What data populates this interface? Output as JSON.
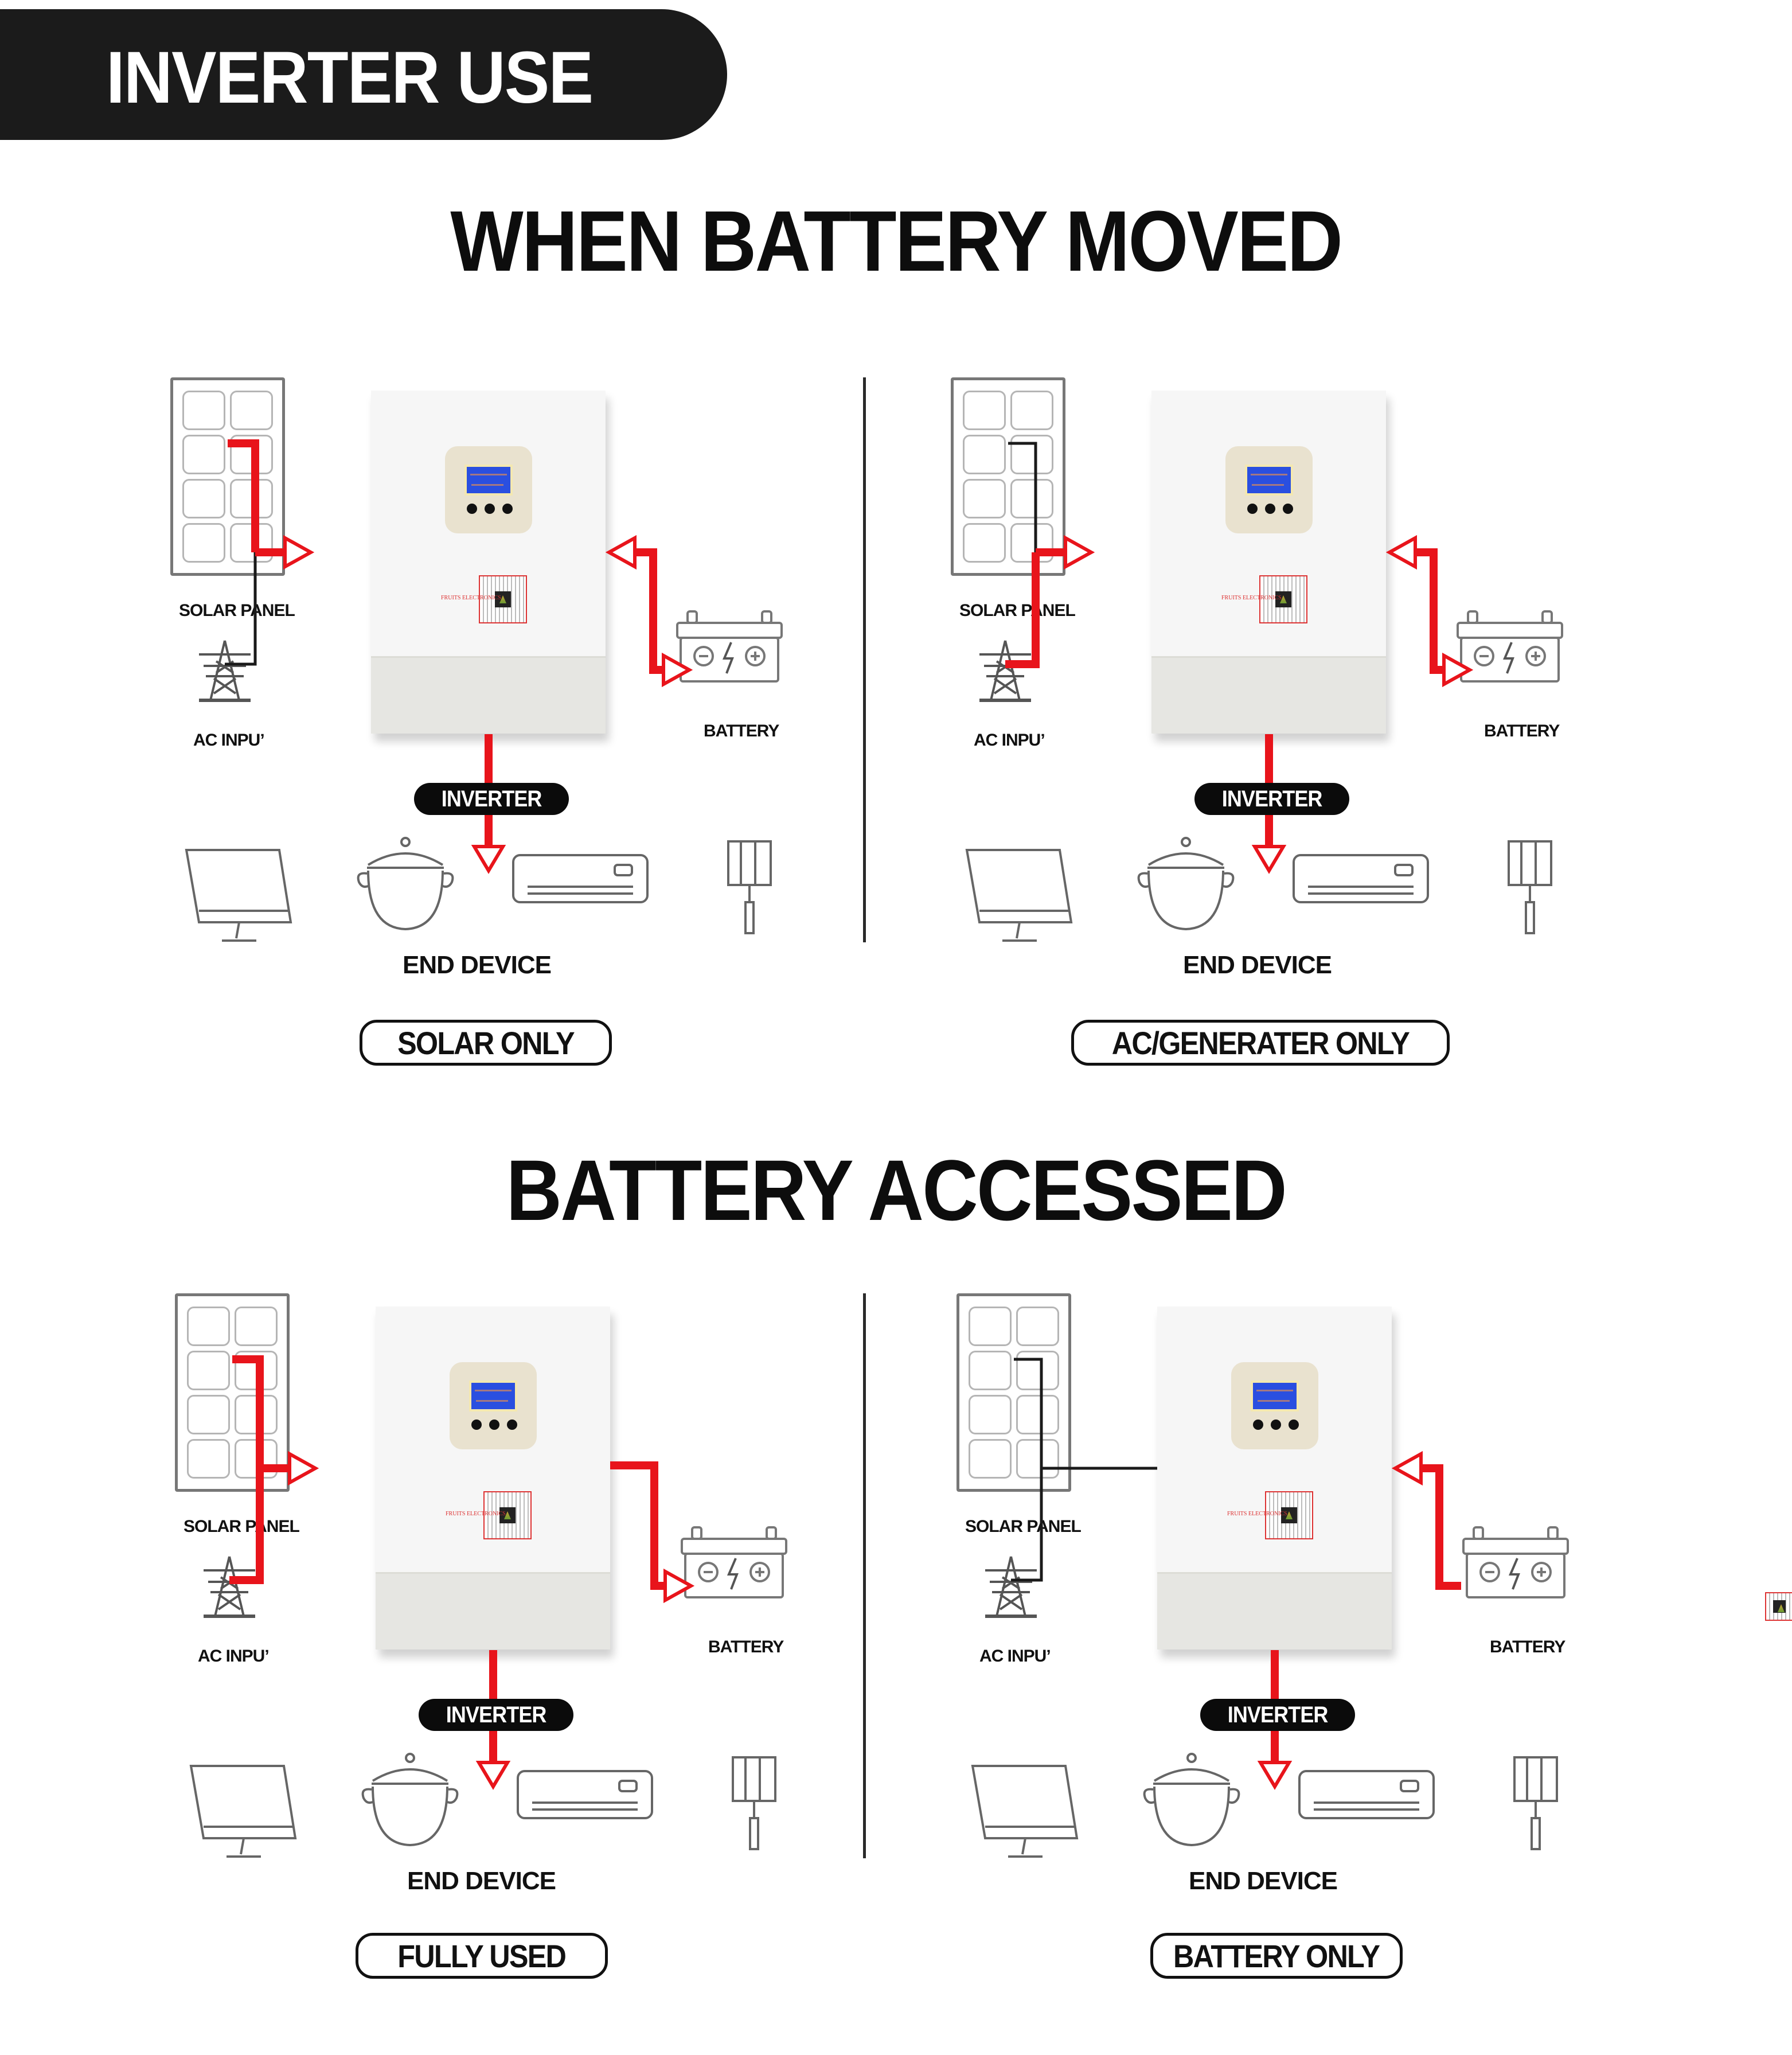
{
  "banner": {
    "title": "INVERTER USE"
  },
  "sections": [
    {
      "heading": "WHEN BATTERY MOVED"
    },
    {
      "heading": "BATTERY ACCESSED"
    }
  ],
  "labels": {
    "solar_panel": "SOLAR PANEL",
    "ac_input": "AC INPUʼ",
    "battery": "BATTERY",
    "inverter": "INVERTER",
    "end_device": "END DEVICE"
  },
  "watermark": {
    "text": "FRUITS ELECTRONICS"
  },
  "colors": {
    "flow_active": "#e8141b",
    "flow_inactive": "#1a1a1a",
    "banner": "#1b1b1b",
    "lcd": "#2a4fe0",
    "panel": "#e9e2cf"
  },
  "modes": [
    {
      "label": "SOLAR ONLY",
      "solar": "active",
      "ac": "inactive",
      "battery_direction": "bidirectional",
      "battery_active": true
    },
    {
      "label": "AC/GENERATER ONLY",
      "solar": "inactive",
      "ac": "active",
      "battery_direction": "bidirectional",
      "battery_active": true
    },
    {
      "label": "FULLY USED",
      "solar": "active",
      "ac": "active",
      "battery_direction": "charge",
      "battery_active": true
    },
    {
      "label": "BATTERY ONLY",
      "solar": "inactive",
      "ac": "inactive",
      "battery_direction": "discharge",
      "battery_active": true
    }
  ],
  "end_devices": [
    "monitor-icon",
    "cooking-pot-icon",
    "air-conditioner-icon",
    "lamp-icon"
  ]
}
